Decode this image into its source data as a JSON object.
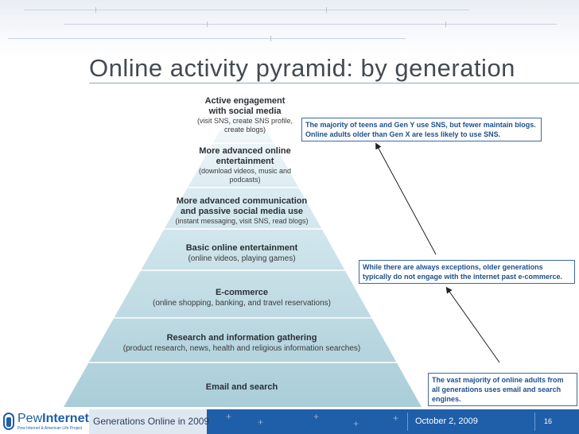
{
  "slide": {
    "title": "Online activity pyramid: by generation"
  },
  "pyramid": {
    "levels": [
      {
        "heading_lines": [
          "Active engagement",
          "with social media"
        ],
        "sub_lines": [
          "(visit SNS, create SNS profile,",
          "create blogs)"
        ]
      },
      {
        "heading_lines": [
          "More advanced online",
          "entertainment"
        ],
        "sub_lines": [
          "(download videos, music and",
          "podcasts)"
        ]
      },
      {
        "heading_lines": [
          "More advanced communication",
          "and passive social media use"
        ],
        "sub_lines": [
          "(instant messaging, visit SNS, read blogs)"
        ]
      },
      {
        "heading_lines": [
          "Basic online entertainment"
        ],
        "sub_lines": [
          "(online videos, playing games)"
        ]
      },
      {
        "heading_lines": [
          "E-commerce"
        ],
        "sub_lines": [
          "(online shopping, banking, and travel reservations)"
        ]
      },
      {
        "heading_lines": [
          "Research and information gathering"
        ],
        "sub_lines": [
          "(product research, news, health and religious information searches)"
        ]
      },
      {
        "heading_lines": [
          "Email and search"
        ],
        "sub_lines": []
      }
    ]
  },
  "callouts": {
    "top": "The majority of teens and Gen Y use SNS, but fewer maintain blogs. Online adults older than Gen X  are less likely to use SNS.",
    "middle": "While there are always exceptions, older generations typically do not engage with the internet past e-commerce.",
    "bottom": "The vast majority of online adults from all generations uses email and search engines."
  },
  "footer": {
    "logo_name_light": "Pew",
    "logo_name_bold": "Internet",
    "logo_tagline": "Pew Internet & American Life Project",
    "deck_title": "Generations Online in 2009",
    "date": "October 2, 2009",
    "page_number": "16"
  },
  "colors": {
    "pyramid_top": "#ffffff",
    "pyramid_bottom": "#a9cdd8",
    "footer_blue": "#1f5ea8",
    "callout_text": "#1e4f8c"
  }
}
